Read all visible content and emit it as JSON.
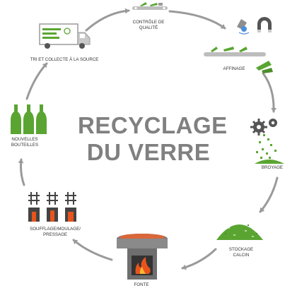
{
  "title": {
    "line1": "RECYCLAGE",
    "line2": "DU VERRE"
  },
  "steps": {
    "collecte": "TRI ET COLLECTE À LA SOURCE",
    "controle_1": "CONTRÔLE DE",
    "controle_2": "QUALITÉ",
    "affinage": "AFFINAGE",
    "broyage": "BROYAGE",
    "stockage_1": "STOCKAGE",
    "stockage_2": "CALCIN",
    "fonte": "FONTE",
    "soufflage_1": "SOUFFLAGE/MOULAGE/",
    "soufflage_2": "PRESSAGE",
    "bouteilles_1": "NOUVELLES",
    "bouteilles_2": "BOUTEILLES"
  },
  "colors": {
    "title": "#808080",
    "arrow": "#9a9a9a",
    "glass_green": "#5aa532",
    "fire": "#e8541c",
    "furnace": "#7a7a7a",
    "label": "#333333"
  },
  "icons": [
    "truck-icon",
    "conveyor-icon",
    "magnet-icon",
    "crusher-icon",
    "calcin-pile-icon",
    "furnace-icon",
    "mold-icon",
    "bottles-icon"
  ]
}
